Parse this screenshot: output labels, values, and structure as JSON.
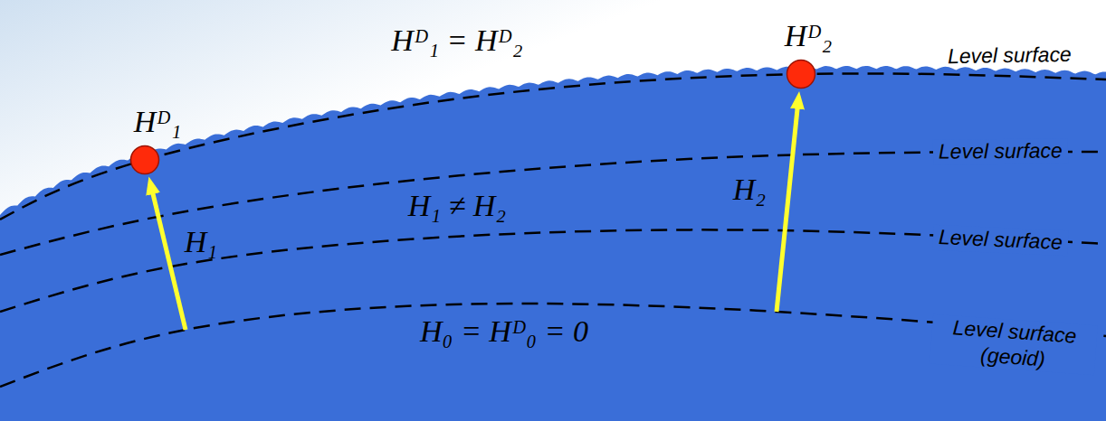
{
  "diagram": {
    "nodes": [
      {
        "text": [
          "Hᴰ₁"
        ]
      },
      {
        "text": [
          "Hᴰ₂"
        ]
      }
    ],
    "labels": [
      "Hᴰ₁ = Hᴰ₂",
      "H₁ ≠ H₂",
      "H₁",
      "H₂",
      "H₀ = Hᴰ₀ = 0",
      "Level surface",
      "Level surface",
      "Level surface",
      "Level surface (geoid)"
    ]
  }
}
